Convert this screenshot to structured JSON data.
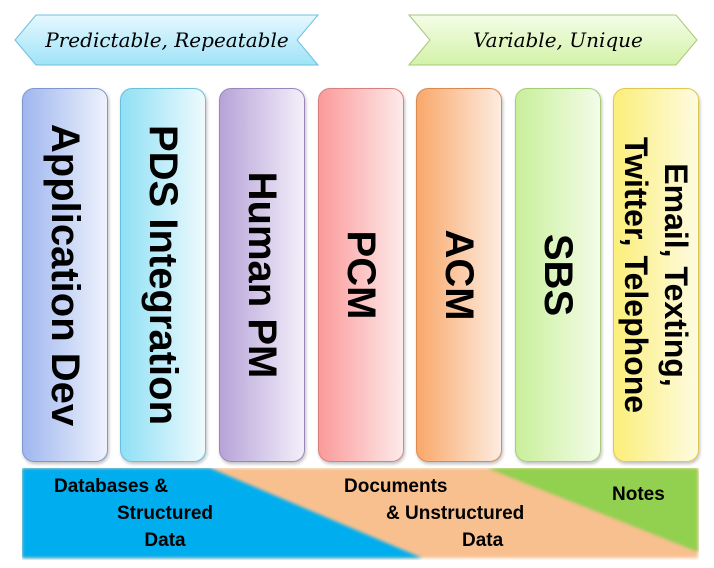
{
  "arrows": {
    "left": "Predictable, Repeatable",
    "right": "Variable, Unique"
  },
  "columns": [
    {
      "label": "Application Dev",
      "color_top": "#9fb6ef",
      "color_bottom": "#eef2fc"
    },
    {
      "label": "PDS Integration",
      "color_top": "#8fe0f5",
      "color_bottom": "#eefafd"
    },
    {
      "label": "Human PM",
      "color_top": "#b7a3d8",
      "color_bottom": "#f3effa"
    },
    {
      "label": "PCM",
      "color_top": "#fb9a9a",
      "color_bottom": "#fdeaea"
    },
    {
      "label": "ACM",
      "color_top": "#f9a86a",
      "color_bottom": "#fdece0"
    },
    {
      "label": "SBS",
      "color_top": "#c9ef9a",
      "color_bottom": "#f3fce8"
    },
    {
      "label": "Email, Texting, Twitter, Telephone",
      "line1": "Email, Texting,",
      "line2": "Twitter, Telephone",
      "color_top": "#fbee7a",
      "color_bottom": "#fefbe0"
    }
  ],
  "band": {
    "structured": {
      "line1": "Databases  &",
      "line2": "Structured",
      "line3": "Data",
      "color": "#00aeef"
    },
    "unstructured": {
      "line1": "Documents",
      "line2": "& Unstructured",
      "line3": "Data",
      "color": "#f8c08f"
    },
    "notes": {
      "label": "Notes",
      "color": "#92d050"
    }
  }
}
